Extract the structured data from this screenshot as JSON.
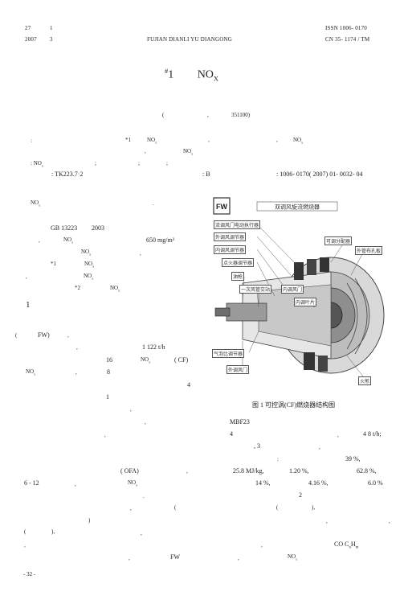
{
  "header": {
    "vol": "27",
    "issue_no": "1",
    "year": "2007",
    "month": "3",
    "journal": "FUJIAN DIANLI YU DIANGONG",
    "issn": "ISSN 1006- 0170",
    "cn": "CN 35- 1174 / TM"
  },
  "title": {
    "prefix_sup": "#",
    "prefix": "1",
    "main": "NO",
    "sub": "X"
  },
  "affiliation": {
    "paren_open": "(",
    "comma": ",",
    "code": "351100)"
  },
  "abstract": {
    "colon": ":",
    "item_prefix": "*1",
    "nox1": "NO",
    "nox1_sub": "x",
    "comma1": ",",
    "comma2": ",",
    "nox2": "NO",
    "nox2_sub": "x",
    "comma3": ",",
    "nox3": "NO",
    "nox3_sub": "x"
  },
  "keywords": {
    "label": ": NO",
    "label_sub": "x",
    "sep1": ";",
    "sep2": ";",
    "sep3": ";"
  },
  "classification": {
    "clc": ": TK223.7·2",
    "doc_code": ": B",
    "article_id": ": 1006- 0170( 2007) 01- 0032- 04"
  },
  "intro": {
    "nox": "NO",
    "nox_sub": "x",
    "dot": ".",
    "gb": "GB 13223",
    "gb_year": "2003",
    "comma": ",",
    "nox2": "NO",
    "nox2_sub": "x",
    "limit": "650 mg/m³",
    "nox3": "NO",
    "nox3_sub": "x",
    "comma2": ",",
    "item1": "*1",
    "nox4": "NO",
    "nox4_sub": "x",
    "comma3": ",",
    "nox5": "NO",
    "nox5_sub": "x",
    "item2": "*2",
    "nox6": "NO",
    "nox6_sub": "x"
  },
  "section1": {
    "number": "1",
    "fw": "FW)",
    "paren": "(",
    "comma": ",",
    "dot": ",",
    "capacity": "1 122 t/h",
    "count16": "16",
    "nox": "NO",
    "nox_sub": "x",
    "cf": "( CF)",
    "nox2": "NO",
    "nox2_sub": "x",
    "count8": "8",
    "comma2": ",",
    "four": "4",
    "one": "1",
    "comma3": ","
  },
  "figure": {
    "caption": "图 1 可控涡(CF)燃烧器结构图",
    "title_label": "双调风旋流燃烧器",
    "logo": "FW",
    "labels": [
      "流调风门电动执行器",
      "外调风调节器",
      "内调风调节器",
      "点火器调节器",
      "油枪",
      "一次风管交站",
      "气泡比调节器",
      "外调风门",
      "内调风门",
      "可调分配器",
      "外管布孔板",
      "内调叶片",
      "火煎"
    ]
  },
  "para2": {
    "comma": ",",
    "model": "MBF23",
    "comma2": ",",
    "four": "4",
    "comma3": ",",
    "rate": "4 8 t/h;",
    "three": ", 3",
    "comma4": ",",
    "colon": ":",
    "pct39": "39 %,",
    "ofa": "( OFA)",
    "comma5": ",",
    "heat": "25.8 MJ/kg,",
    "pct120": "1.20 %,",
    "pct628": "62.8 %,",
    "range": "6  -  12",
    "comma6": ",",
    "nox": "NO",
    "nox_sub": "x",
    "pct14": "14 %,",
    "pct416": "4.16 %,",
    "pct60": "6.0 %",
    "dot": ".",
    "two": "2",
    "comma7": ",",
    "paren1": "(",
    "paren2": "(",
    "paren2b": "),",
    "paren3": ")",
    "comma8": ",",
    "comma9": ",",
    "paren4": "(",
    "paren4b": "),",
    "comma10": ",",
    "comma11": ",",
    "co": "CO  C",
    "co_sub": "n",
    "co_h": "H",
    "co_h_sub": "m",
    "comma12": ",",
    "comma13": ",",
    "fw": "FW",
    "comma14": ",",
    "nox2": "NO",
    "nox2_sub": "x"
  },
  "footer": {
    "page": "- 32 -"
  }
}
